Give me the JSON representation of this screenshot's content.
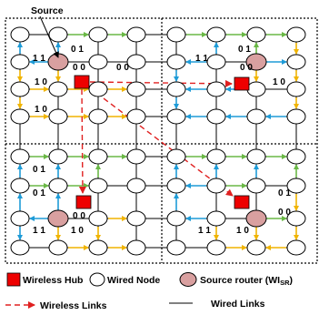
{
  "annotations": {
    "source": "Source",
    "code_01": "0 1",
    "code_11": "1 1",
    "code_00": "0 0",
    "code_10": "1 0"
  },
  "legend": {
    "wireless_hub": "Wireless Hub",
    "wired_node": "Wired Node",
    "source_router_prefix": "Source router (WI",
    "source_router_sub": "SR",
    "source_router_suffix": ")",
    "wireless_links": "Wireless Links",
    "wired_links": "Wired Links"
  },
  "colors": {
    "node_fill": "#ffffff",
    "node_stroke": "#000000",
    "source_fill": "#d9a0a0",
    "hub_fill": "#ee0000",
    "wireless_link": "#e02020",
    "blue_arrow": "#1e9bd7",
    "yellow_arrow": "#f0b400",
    "green_arrow": "#6ab846",
    "wired_link": "#000000"
  },
  "grid": {
    "columns": 8,
    "rows": 8,
    "quadrants": 4,
    "source_routers": [
      [
        2,
        2
      ],
      [
        6,
        2
      ],
      [
        2,
        6
      ],
      [
        6,
        6
      ]
    ],
    "wireless_hubs": [
      [
        3,
        3
      ],
      [
        6,
        3
      ],
      [
        3,
        6
      ],
      [
        6,
        6
      ]
    ]
  }
}
